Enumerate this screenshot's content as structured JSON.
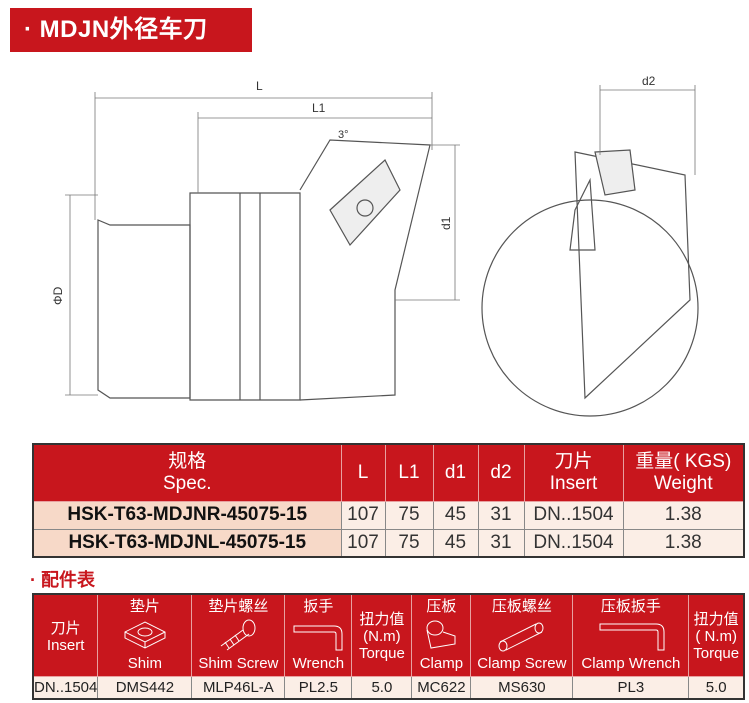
{
  "title": "· MDJN外径车刀",
  "drawing": {
    "L": "L",
    "L1": "L1",
    "angle": "3°",
    "d1": "d1",
    "d2": "d2",
    "D": "ΦD"
  },
  "spec_table": {
    "headers": [
      {
        "cn": "规格",
        "en": "Spec."
      },
      {
        "cn": "",
        "en": "L"
      },
      {
        "cn": "",
        "en": "L1"
      },
      {
        "cn": "",
        "en": "d1"
      },
      {
        "cn": "",
        "en": "d2"
      },
      {
        "cn": "刀片",
        "en": "Insert"
      },
      {
        "cn": "重量( KGS)",
        "en": "Weight"
      }
    ],
    "rows": [
      [
        "HSK-T63-MDJNR-45075-15",
        "107",
        "75",
        "45",
        "31",
        "DN..1504",
        "1.38"
      ],
      [
        "HSK-T63-MDJNL-45075-15",
        "107",
        "75",
        "45",
        "31",
        "DN..1504",
        "1.38"
      ]
    ]
  },
  "parts_title": "· 配件表",
  "parts_table": {
    "headers": [
      {
        "cn": "刀片",
        "en": "Insert"
      },
      {
        "cn": "垫片",
        "en": "Shim"
      },
      {
        "cn": "垫片螺丝",
        "en": "Shim Screw"
      },
      {
        "cn": "扳手",
        "en": "Wrench"
      },
      {
        "cn": "扭力值",
        "en": "(N.m)\nTorque"
      },
      {
        "cn": "压板",
        "en": "Clamp"
      },
      {
        "cn": "压板螺丝",
        "en": "Clamp Screw"
      },
      {
        "cn": "压板扳手",
        "en": "Clamp Wrench"
      },
      {
        "cn": "扭力值",
        "en": "( N.m)\nTorque"
      }
    ],
    "row": [
      "DN..1504",
      "DMS442",
      "MLP46L-A",
      "PL2.5",
      "5.0",
      "MC622",
      "MS630",
      "PL3",
      "5.0"
    ]
  }
}
